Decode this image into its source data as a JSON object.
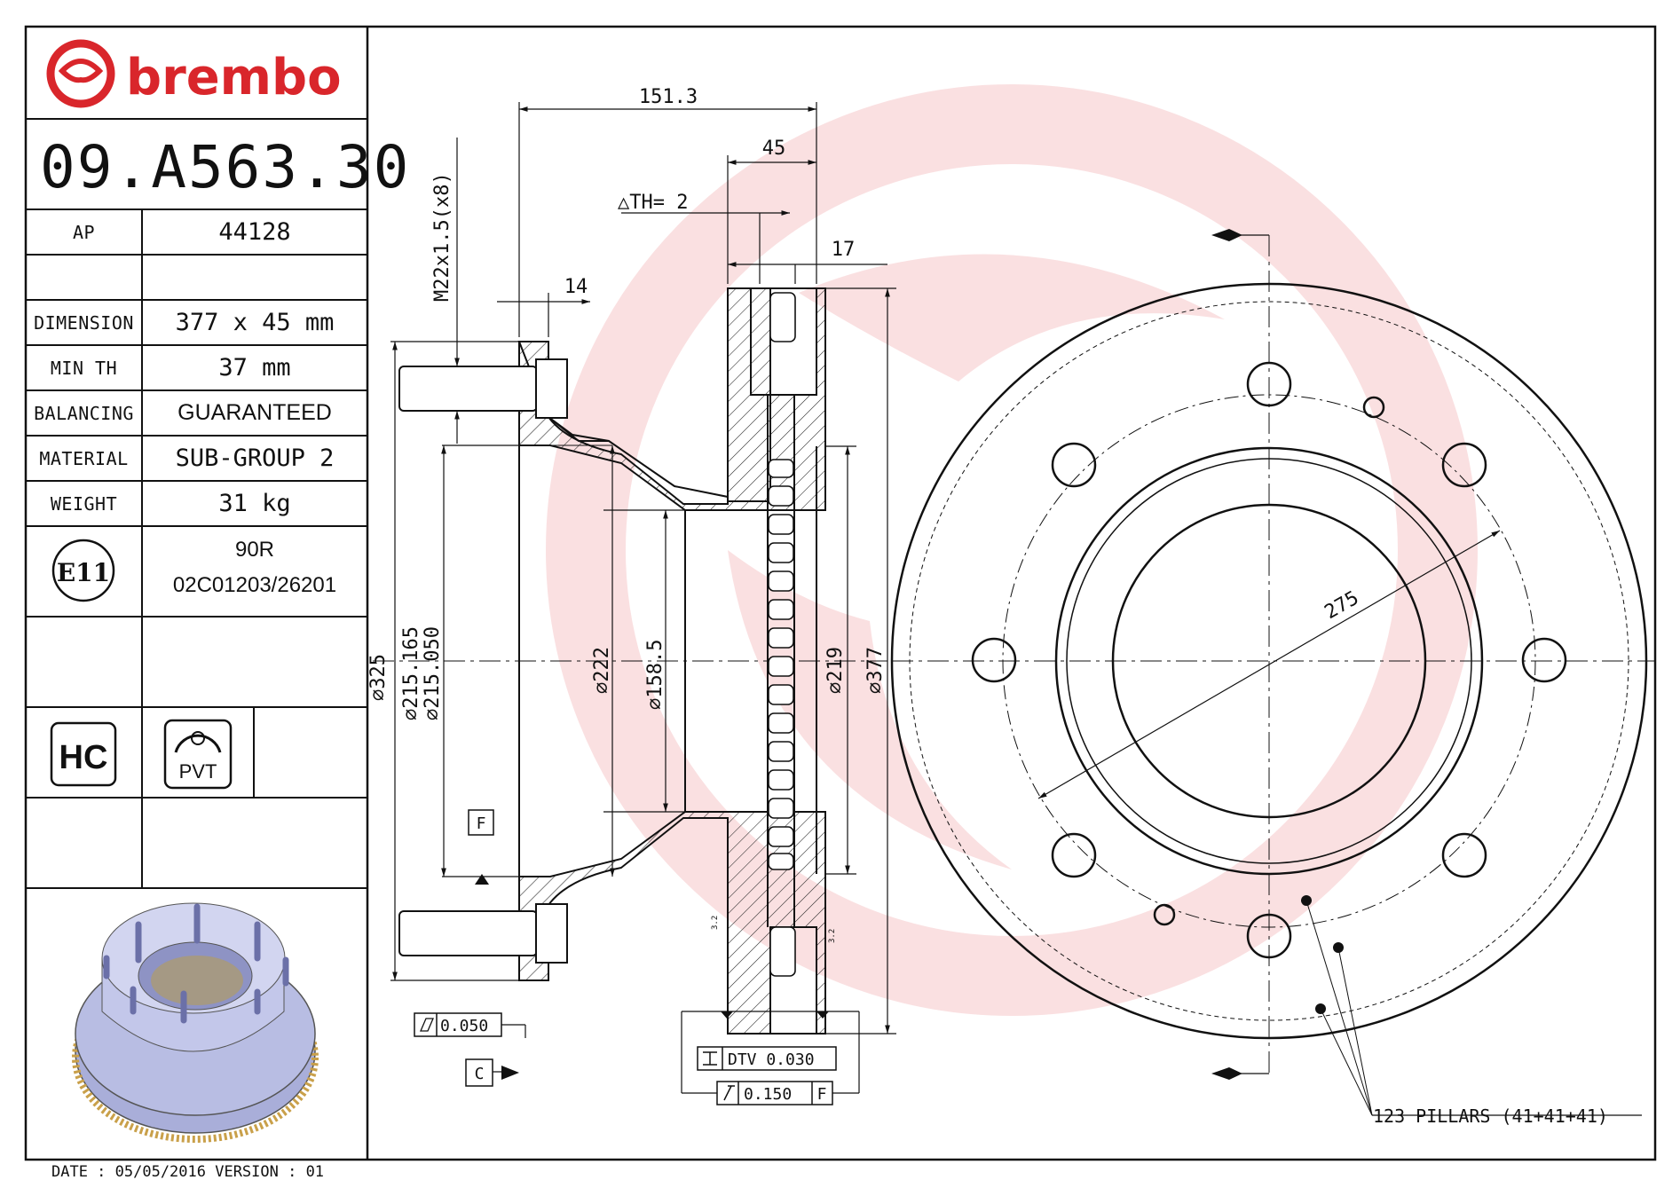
{
  "brand": {
    "name": "brembo",
    "color": "#d9262b"
  },
  "part_number": "09.A563.30",
  "specs": {
    "ap_label": "AP",
    "ap_value": "44128",
    "dimension_label": "DIMENSION",
    "dimension_value": "377 x 45 mm",
    "min_th_label": "MIN TH",
    "min_th_value": "37 mm",
    "balancing_label": "BALANCING",
    "balancing_value": "GUARANTEED",
    "material_label": "MATERIAL",
    "material_value": "SUB-GROUP 2",
    "weight_label": "WEIGHT",
    "weight_value": "31 kg",
    "approval_mark": "E11",
    "approval_line1": "90R",
    "approval_line2": "02C01203/26201"
  },
  "badges": {
    "hc": "HC",
    "pvt": "PVT"
  },
  "footer": "DATE : 05/05/2016 VERSION : 01",
  "dimensions": {
    "overall_width": "151.3",
    "thickness": "45",
    "th_tolerance": "△TH= 2",
    "vane_offset": "17",
    "flange": "14",
    "thread": "M22x1.5(x8)",
    "d325": "⌀325",
    "d215_1": "⌀215.165",
    "d215_2": "⌀215.050",
    "d222": "⌀222",
    "d158": "⌀158.5",
    "d219": "⌀219",
    "d377": "⌀377",
    "pcd": "275",
    "datum_f": "F",
    "datum_c": "C",
    "flatness": "0.050",
    "dtv": "DTV 0.030",
    "runout": "0.150",
    "runout_ref": "F",
    "roughness": "3.2",
    "pillars": "123 PILLARS (41+41+41)"
  }
}
